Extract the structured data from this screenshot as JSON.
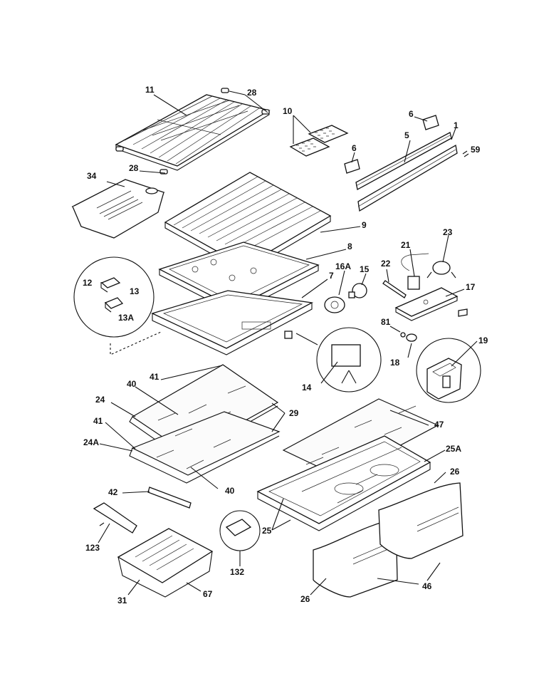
{
  "labels": {
    "l11": "11",
    "l28a": "28",
    "l10": "10",
    "l6a": "6",
    "l5": "5",
    "l1": "1",
    "l59": "59",
    "l6b": "6",
    "l28b": "28",
    "l34": "34",
    "l9": "9",
    "l8": "8",
    "l21": "21",
    "l23": "23",
    "l16a": "16A",
    "l15": "15",
    "l22": "22",
    "l7": "7",
    "l17": "17",
    "l12": "12",
    "l13": "13",
    "l13a": "13A",
    "l81": "81",
    "l18": "18",
    "l19": "19",
    "l14": "14",
    "l41a": "41",
    "l40a": "40",
    "l24": "24",
    "l29": "29",
    "l47": "47",
    "l41b": "41",
    "l24a": "24A",
    "l25a": "25A",
    "l26a": "26",
    "l40b": "40",
    "l42": "42",
    "l25": "25",
    "l123": "123",
    "l132": "132",
    "l31": "31",
    "l67": "67",
    "l46": "46",
    "l26b": "26"
  }
}
